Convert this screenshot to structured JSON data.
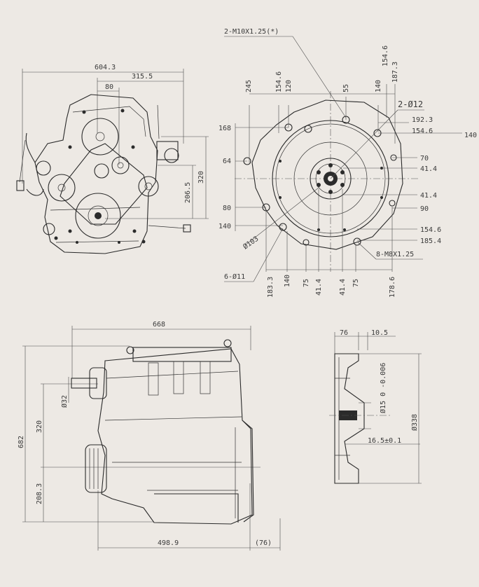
{
  "colors": {
    "background": "#ede9e4",
    "ink": "#2b2b2b"
  },
  "front_view": {
    "dims": {
      "overall_width": "604.3",
      "half_width": "315.5",
      "pulley_offset": "80",
      "height_320": "320",
      "height_206": "206.5"
    }
  },
  "flywheel_view": {
    "callouts": {
      "top_bolt": "2-M10X1.25(*)",
      "hole_12": "2-Ø12",
      "pcd": "Ø103",
      "holes_11": "6-Ø11",
      "m8": "8-M8X1.25"
    },
    "right_cut": "140",
    "top_dims": [
      "245",
      "154.6",
      "120",
      "55",
      "140",
      "154.6",
      "187.3"
    ],
    "right_dims": [
      "192.3",
      "154.6",
      "70",
      "41.4",
      "41.4",
      "90",
      "154.6",
      "185.4"
    ],
    "left_dims": [
      "168",
      "64",
      "80",
      "140"
    ],
    "bottom_dims": [
      "183.3",
      "140",
      "75",
      "41.4",
      "41.4",
      "75",
      "178.6"
    ]
  },
  "side_view": {
    "dims": {
      "length_668": "668",
      "height_682": "682",
      "shaft_32": "Ø32",
      "height_320": "320",
      "height_208": "208.3",
      "length_498": "498.9",
      "length_76": "(76)"
    }
  },
  "flange_view": {
    "dims": {
      "width_76": "76",
      "width_10": "10.5",
      "tol": "Ø15 0 -0.006",
      "dia_338": "Ø338",
      "fit": "16.5±0.1"
    }
  }
}
